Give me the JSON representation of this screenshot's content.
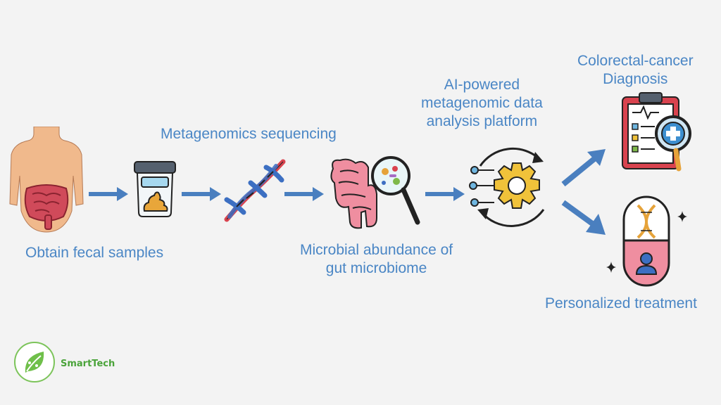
{
  "steps": {
    "obtain": "Obtain fecal samples",
    "sequencing": "Metagenomics sequencing",
    "abundance_line1": "Microbial abundance of",
    "abundance_line2": "gut microbiome",
    "platform_line1": "AI-powered",
    "platform_line2": "metagenomic data",
    "platform_line3": "analysis platform",
    "diagnosis_line1": "Colorectal-cancer",
    "diagnosis_line2": "Diagnosis",
    "treatment": "Personalized treatment"
  },
  "brand": {
    "name": "SmartTech"
  },
  "icons": [
    "torso-icon",
    "sample-jar-icon",
    "dna-icon",
    "intestine-magnifier-icon",
    "ai-gear-icon",
    "clipboard-diagnosis-icon",
    "capsule-treatment-icon",
    "leaf-logo-icon"
  ],
  "colors": {
    "text": "#4a86c5",
    "arrow": "#4a7fbf",
    "brand": "#4aa33a",
    "background": "#f3f3f3"
  }
}
